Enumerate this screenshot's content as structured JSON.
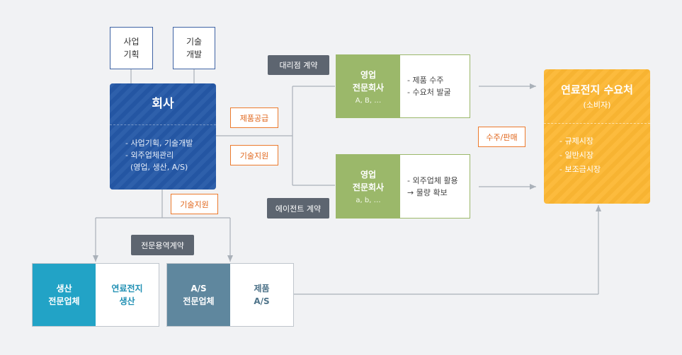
{
  "top_boxes": {
    "planning": "사업\n기획",
    "dev": "기술\n개발"
  },
  "company": {
    "title": "회사",
    "items": [
      "- 사업기획, 기술개발",
      "- 외주업체관리",
      "  (영업, 생산, A/S)"
    ]
  },
  "tags": {
    "supply": "제품공급",
    "tech_support_1": "기술지원",
    "tech_support_2": "기술지원",
    "order_sales": "수주/판매",
    "dealer_contract": "대리점 계약",
    "agent_contract": "에이전트 계약",
    "service_contract": "전문용역계약"
  },
  "sales_top": {
    "title": "영업\n전문회사",
    "sub": "A, B, …",
    "items": [
      "- 제품 수주",
      "- 수요처 발굴"
    ]
  },
  "sales_bottom": {
    "title": "영업\n전문회사",
    "sub": "a, b, …",
    "items": [
      "- 외주업체 활용",
      "→ 물량 확보"
    ]
  },
  "consumer": {
    "title": "연료전지 수요처",
    "sub": "(소비자)",
    "items": [
      "- 규제시장",
      "- 일반시장",
      "- 보조금시장"
    ]
  },
  "production": {
    "left": "생산\n전문업체",
    "right": "연료전지\n생산"
  },
  "as_service": {
    "left": "A/S\n전문업체",
    "right": "제품\nA/S"
  },
  "colors": {
    "company": "#2559a8",
    "sales": "#9bb86a",
    "consumer": "#fcb733",
    "production": "#22a3c6",
    "as_service": "#5f879e",
    "accent_orange": "#ec7a2c"
  }
}
